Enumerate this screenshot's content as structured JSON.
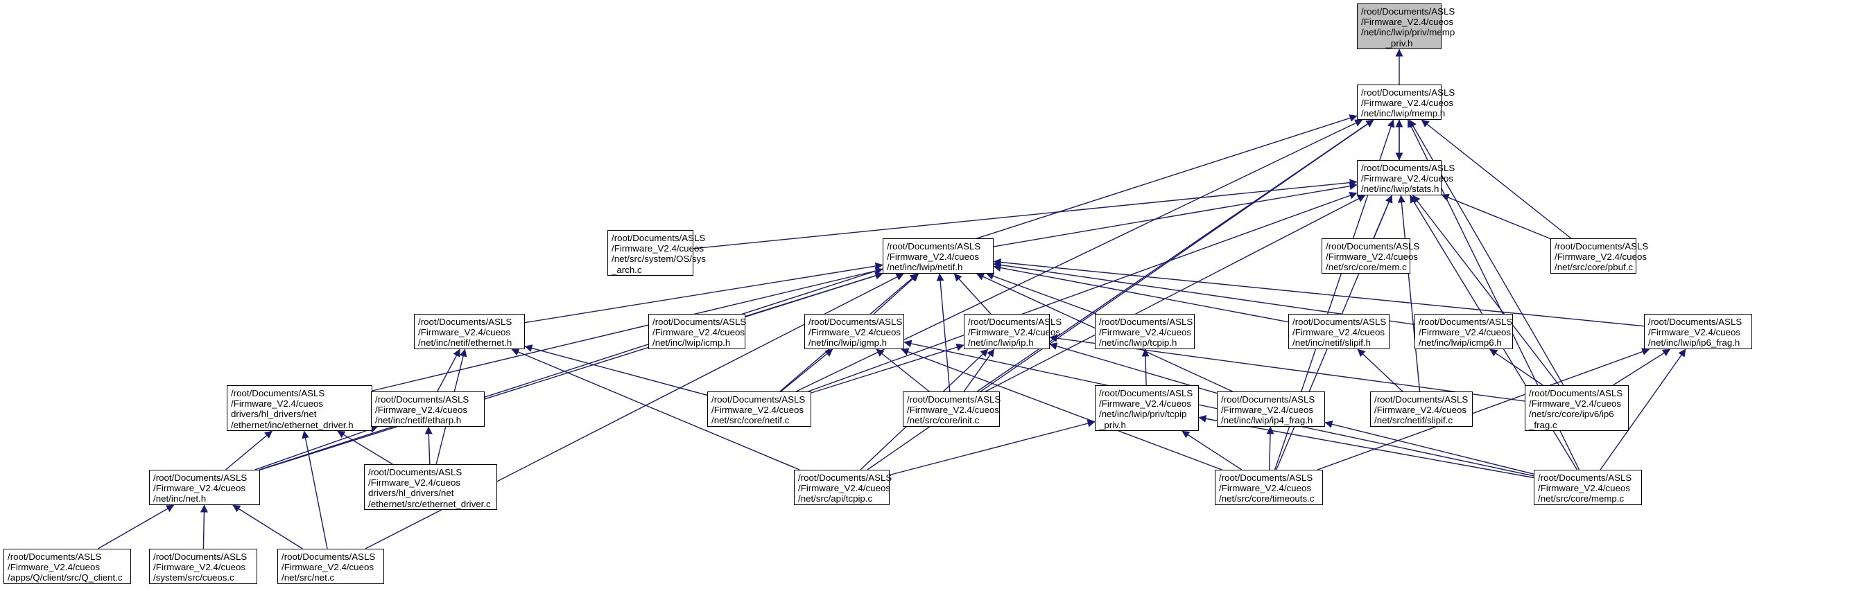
{
  "graph": {
    "edge_color": "#191970",
    "root_fill": "#bfbfbf",
    "node_fill": "#ffffff",
    "nodes": [
      {
        "id": "memp_priv",
        "lines": [
          "/root/Documents/ASLS",
          "/Firmware_V2.4/cueos",
          "/net/inc/lwip/priv/memp",
          "_priv.h"
        ],
        "root": true
      },
      {
        "id": "memp_h",
        "lines": [
          "/root/Documents/ASLS",
          "/Firmware_V2.4/cueos",
          "/net/inc/lwip/memp.h"
        ]
      },
      {
        "id": "stats_h",
        "lines": [
          "/root/Documents/ASLS",
          "/Firmware_V2.4/cueos",
          "/net/inc/lwip/stats.h"
        ]
      },
      {
        "id": "sys_arch",
        "lines": [
          "/root/Documents/ASLS",
          "/Firmware_V2.4/cueos",
          "/net/src/system/OS/sys",
          "_arch.c"
        ]
      },
      {
        "id": "netif_h",
        "lines": [
          "/root/Documents/ASLS",
          "/Firmware_V2.4/cueos",
          "/net/inc/lwip/netif.h"
        ]
      },
      {
        "id": "mem_c",
        "lines": [
          "/root/Documents/ASLS",
          "/Firmware_V2.4/cueos",
          "/net/src/core/mem.c"
        ]
      },
      {
        "id": "pbuf_c",
        "lines": [
          "/root/Documents/ASLS",
          "/Firmware_V2.4/cueos",
          "/net/src/core/pbuf.c"
        ]
      },
      {
        "id": "ethernet_h",
        "lines": [
          "/root/Documents/ASLS",
          "/Firmware_V2.4/cueos",
          "/net/inc/netif/ethernet.h"
        ]
      },
      {
        "id": "icmp_h",
        "lines": [
          "/root/Documents/ASLS",
          "/Firmware_V2.4/cueos",
          "/net/inc/lwip/icmp.h"
        ]
      },
      {
        "id": "igmp_h",
        "lines": [
          "/root/Documents/ASLS",
          "/Firmware_V2.4/cueos",
          "/net/inc/lwip/igmp.h"
        ]
      },
      {
        "id": "ip_h",
        "lines": [
          "/root/Documents/ASLS",
          "/Firmware_V2.4/cueos",
          "/net/inc/lwip/ip.h"
        ]
      },
      {
        "id": "tcpip_h",
        "lines": [
          "/root/Documents/ASLS",
          "/Firmware_V2.4/cueos",
          "/net/inc/lwip/tcpip.h"
        ]
      },
      {
        "id": "slipif_h",
        "lines": [
          "/root/Documents/ASLS",
          "/Firmware_V2.4/cueos",
          "/net/inc/netif/slipif.h"
        ]
      },
      {
        "id": "icmp6_h",
        "lines": [
          "/root/Documents/ASLS",
          "/Firmware_V2.4/cueos",
          "/net/inc/lwip/icmp6.h"
        ]
      },
      {
        "id": "ip6_frag_h",
        "lines": [
          "/root/Documents/ASLS",
          "/Firmware_V2.4/cueos",
          "/net/inc/lwip/ip6_frag.h"
        ]
      },
      {
        "id": "ethernet_driver_h",
        "lines": [
          "/root/Documents/ASLS",
          "/Firmware_V2.4/cueos",
          "drivers/hl_drivers/net",
          "/ethernet/inc/ethernet_driver.h"
        ]
      },
      {
        "id": "etharp_h",
        "lines": [
          "/root/Documents/ASLS",
          "/Firmware_V2.4/cueos",
          "/net/inc/netif/etharp.h"
        ]
      },
      {
        "id": "netif_c",
        "lines": [
          "/root/Documents/ASLS",
          "/Firmware_V2.4/cueos",
          "/net/src/core/netif.c"
        ]
      },
      {
        "id": "init_c",
        "lines": [
          "/root/Documents/ASLS",
          "/Firmware_V2.4/cueos",
          "/net/src/core/init.c"
        ]
      },
      {
        "id": "tcpip_priv_h",
        "lines": [
          "/root/Documents/ASLS",
          "/Firmware_V2.4/cueos",
          "/net/inc/lwip/priv/tcpip",
          "_priv.h"
        ]
      },
      {
        "id": "ip4_frag_h",
        "lines": [
          "/root/Documents/ASLS",
          "/Firmware_V2.4/cueos",
          "/net/inc/lwip/ip4_frag.h"
        ]
      },
      {
        "id": "slipif_c",
        "lines": [
          "/root/Documents/ASLS",
          "/Firmware_V2.4/cueos",
          "/net/src/netif/slipif.c"
        ]
      },
      {
        "id": "ip6_frag_c",
        "lines": [
          "/root/Documents/ASLS",
          "/Firmware_V2.4/cueos",
          "/net/src/core/ipv6/ip6",
          "_frag.c"
        ]
      },
      {
        "id": "net_h",
        "lines": [
          "/root/Documents/ASLS",
          "/Firmware_V2.4/cueos",
          "/net/inc/net.h"
        ]
      },
      {
        "id": "ethernet_driver_c",
        "lines": [
          "/root/Documents/ASLS",
          "/Firmware_V2.4/cueos",
          "drivers/hl_drivers/net",
          "/ethernet/src/ethernet_driver.c"
        ]
      },
      {
        "id": "api_tcpip_c",
        "lines": [
          "/root/Documents/ASLS",
          "/Firmware_V2.4/cueos",
          "/net/src/api/tcpip.c"
        ]
      },
      {
        "id": "timeouts_c",
        "lines": [
          "/root/Documents/ASLS",
          "/Firmware_V2.4/cueos",
          "/net/src/core/timeouts.c"
        ]
      },
      {
        "id": "memp_c",
        "lines": [
          "/root/Documents/ASLS",
          "/Firmware_V2.4/cueos",
          "/net/src/core/memp.c"
        ]
      },
      {
        "id": "q_client_c",
        "lines": [
          "/root/Documents/ASLS",
          "/Firmware_V2.4/cueos",
          "/apps/Q/client/src/Q_client.c"
        ]
      },
      {
        "id": "cueos_c",
        "lines": [
          "/root/Documents/ASLS",
          "/Firmware_V2.4/cueos",
          "/system/src/cueos.c"
        ]
      },
      {
        "id": "net_c",
        "lines": [
          "/root/Documents/ASLS",
          "/Firmware_V2.4/cueos",
          "/net/src/net.c"
        ]
      }
    ],
    "edges": [
      [
        "memp_h",
        "memp_priv"
      ],
      [
        "stats_h",
        "memp_h"
      ],
      [
        "pbuf_c",
        "memp_h"
      ],
      [
        "netif_c",
        "memp_h"
      ],
      [
        "init_c",
        "memp_h"
      ],
      [
        "ip6_frag_c",
        "memp_h"
      ],
      [
        "timeouts_c",
        "memp_h"
      ],
      [
        "memp_c",
        "memp_h"
      ],
      [
        "net_h",
        "memp_h"
      ],
      [
        "api_tcpip_c",
        "memp_h"
      ],
      [
        "memp_h",
        "stats_h"
      ],
      [
        "sys_arch",
        "stats_h"
      ],
      [
        "netif_h",
        "stats_h"
      ],
      [
        "mem_c",
        "stats_h"
      ],
      [
        "pbuf_c",
        "stats_h"
      ],
      [
        "netif_c",
        "stats_h"
      ],
      [
        "init_c",
        "stats_h"
      ],
      [
        "slipif_c",
        "stats_h"
      ],
      [
        "ip6_frag_c",
        "stats_h"
      ],
      [
        "memp_c",
        "stats_h"
      ],
      [
        "timeouts_c",
        "stats_h"
      ],
      [
        "ethernet_h",
        "netif_h"
      ],
      [
        "icmp_h",
        "netif_h"
      ],
      [
        "igmp_h",
        "netif_h"
      ],
      [
        "ip_h",
        "netif_h"
      ],
      [
        "tcpip_h",
        "netif_h"
      ],
      [
        "slipif_h",
        "netif_h"
      ],
      [
        "icmp6_h",
        "netif_h"
      ],
      [
        "ip6_frag_h",
        "netif_h"
      ],
      [
        "ethernet_driver_h",
        "netif_h"
      ],
      [
        "netif_c",
        "netif_h"
      ],
      [
        "init_c",
        "netif_h"
      ],
      [
        "net_h",
        "netif_h"
      ],
      [
        "net_c",
        "netif_h"
      ],
      [
        "ip4_frag_h",
        "netif_h"
      ],
      [
        "etharp_h",
        "ethernet_h"
      ],
      [
        "ethernet_driver_c",
        "ethernet_h"
      ],
      [
        "netif_c",
        "ethernet_h"
      ],
      [
        "api_tcpip_c",
        "ethernet_h"
      ],
      [
        "netif_c",
        "igmp_h"
      ],
      [
        "init_c",
        "igmp_h"
      ],
      [
        "timeouts_c",
        "igmp_h"
      ],
      [
        "memp_c",
        "igmp_h"
      ],
      [
        "netif_c",
        "ip_h"
      ],
      [
        "init_c",
        "ip_h"
      ],
      [
        "ip4_frag_h",
        "ip_h"
      ],
      [
        "ip6_frag_c",
        "ip_h"
      ],
      [
        "api_tcpip_c",
        "ip_h"
      ],
      [
        "tcpip_priv_h",
        "tcpip_h"
      ],
      [
        "slipif_c",
        "slipif_h"
      ],
      [
        "ip6_frag_c",
        "icmp6_h"
      ],
      [
        "ip6_frag_c",
        "ip6_frag_h"
      ],
      [
        "timeouts_c",
        "ip6_frag_h"
      ],
      [
        "memp_c",
        "ip6_frag_h"
      ],
      [
        "net_h",
        "ethernet_driver_h"
      ],
      [
        "ethernet_driver_c",
        "ethernet_driver_h"
      ],
      [
        "net_c",
        "ethernet_driver_h"
      ],
      [
        "net_h",
        "etharp_h"
      ],
      [
        "ethernet_driver_c",
        "etharp_h"
      ],
      [
        "api_tcpip_c",
        "tcpip_priv_h"
      ],
      [
        "timeouts_c",
        "tcpip_priv_h"
      ],
      [
        "memp_c",
        "tcpip_priv_h"
      ],
      [
        "timeouts_c",
        "ip4_frag_h"
      ],
      [
        "memp_c",
        "ip4_frag_h"
      ],
      [
        "q_client_c",
        "net_h"
      ],
      [
        "cueos_c",
        "net_h"
      ],
      [
        "net_c",
        "net_h"
      ]
    ]
  }
}
